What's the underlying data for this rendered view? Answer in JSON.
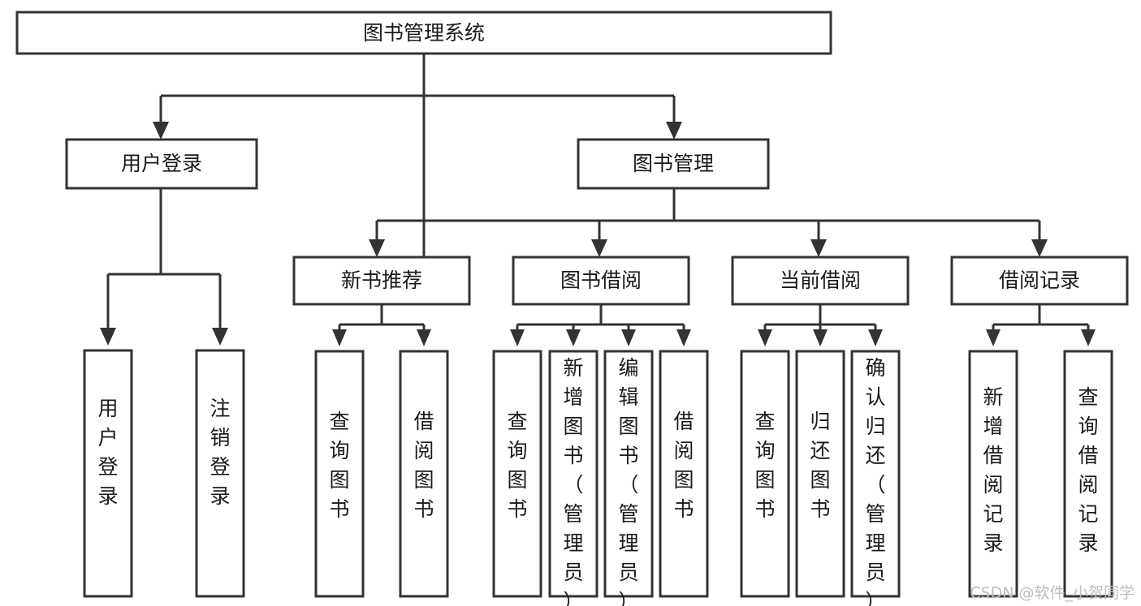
{
  "diagram": {
    "title": "图书管理系统",
    "type": "hierarchy-tree",
    "orientation": "top-down",
    "colors": {
      "node_fill": "#ffffff",
      "node_stroke": "#333333",
      "text": "#1a1a1a",
      "watermark": "#bdbdbd",
      "background": "#ffffff"
    },
    "root": {
      "label": "图书管理系统"
    },
    "level2": [
      {
        "label": "用户登录"
      },
      {
        "label": "图书管理"
      }
    ],
    "level3": [
      {
        "label": "新书推荐"
      },
      {
        "label": "图书借阅"
      },
      {
        "label": "当前借阅"
      },
      {
        "label": "借阅记录"
      }
    ],
    "leaves": {
      "user_login": [
        {
          "label": "用户登录"
        },
        {
          "label": "注销登录"
        }
      ],
      "new_book_recommend": [
        {
          "label": "查询图书"
        },
        {
          "label": "借阅图书"
        }
      ],
      "book_borrow": [
        {
          "label": "查询图书"
        },
        {
          "label": "新增图书（管理员）"
        },
        {
          "label": "编辑图书（管理员）"
        },
        {
          "label": "借阅图书"
        }
      ],
      "current_borrow": [
        {
          "label": "查询图书"
        },
        {
          "label": "归还图书"
        },
        {
          "label": "确认归还（管理员）"
        }
      ],
      "borrow_record": [
        {
          "label": "新增借阅记录"
        },
        {
          "label": "查询借阅记录"
        }
      ]
    }
  },
  "watermark": {
    "text": "CSDN @软件_小贺同学"
  }
}
